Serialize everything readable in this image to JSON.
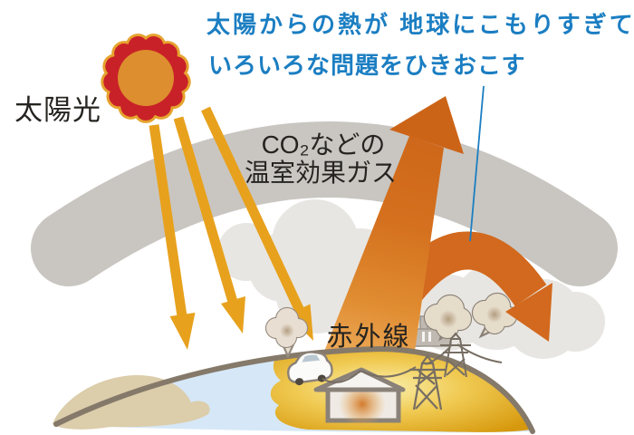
{
  "annotation": {
    "line1": "太陽からの熱が 地球にこもりすぎて",
    "line2": "いろいろな問題をひきおこす",
    "color": "#1b7ec2"
  },
  "labels": {
    "sunlight": "太陽光",
    "ghg_line1": "CO₂などの",
    "ghg_line2": "温室効果ガス",
    "infrared": "赤外線"
  },
  "colors": {
    "annotation_blue": "#1b7ec2",
    "infrared_arrow_orange": "#d2691e",
    "sun_ray_amber": "#e7a11d",
    "sun_red": "#c92128",
    "sun_core_orange": "#dd8e2e",
    "atmosphere_gray": "#c9c6c1",
    "cloud_gray": "#e8e6e2",
    "ocean_blue": "#d6e8f7",
    "land_gold": "#e8b93a",
    "land_beige": "#dccdab",
    "earth_outline": "#85796a"
  }
}
